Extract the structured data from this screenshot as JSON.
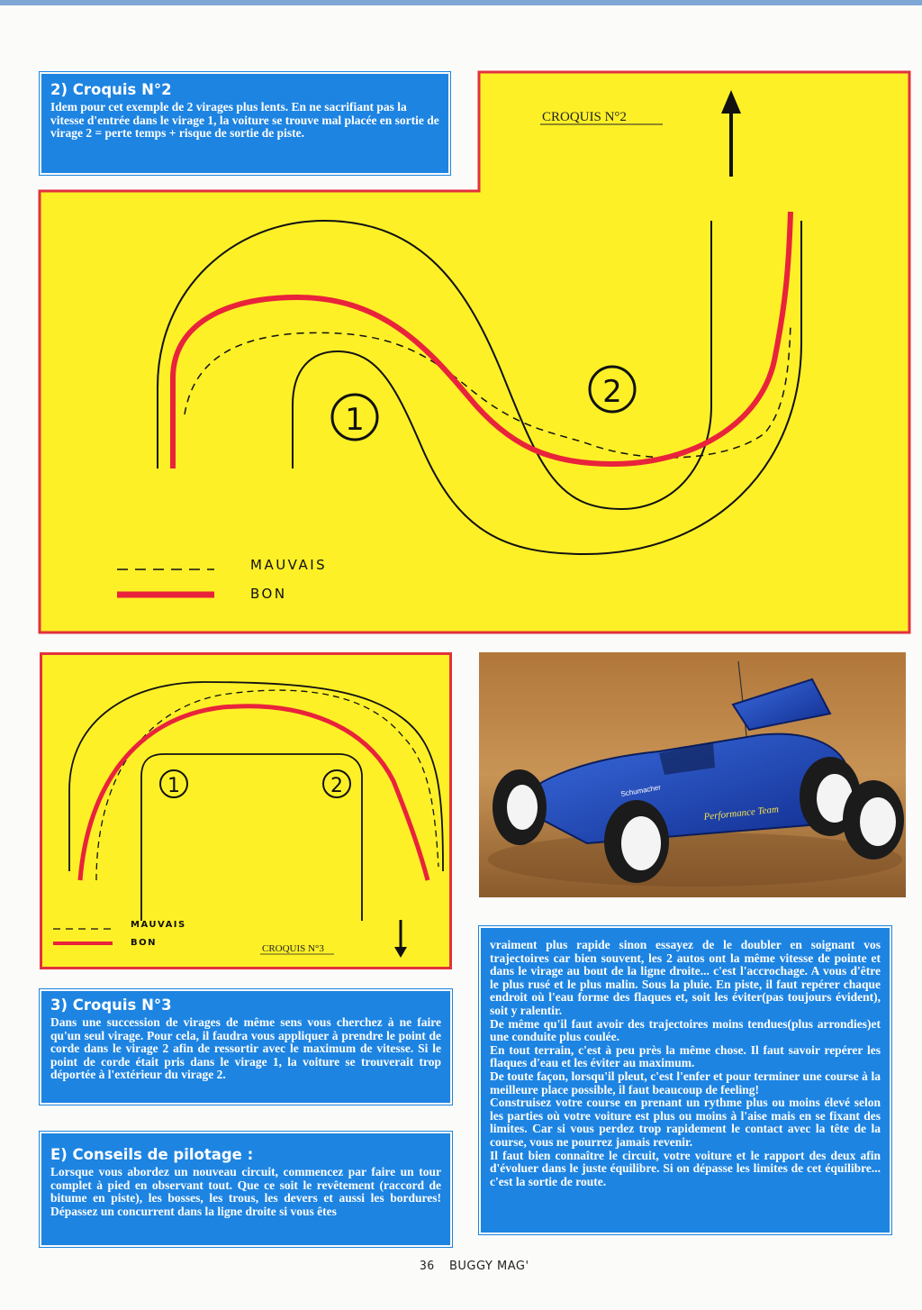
{
  "croquis2_box": {
    "title": "2) Croquis N°2",
    "text": "Idem pour cet exemple de 2 virages plus lents. En ne sacrifiant pas la vitesse d'entrée dans le virage 1, la voiture se trouve mal placée en sortie de virage 2 = perte temps + risque de sortie de piste."
  },
  "diagram2": {
    "caption": "CROQUIS N°2",
    "turn1": "1",
    "turn2": "2",
    "legend_bad": "MAUVAIS",
    "legend_good": "BON"
  },
  "diagram3": {
    "caption": "CROQUIS N°3",
    "turn1": "1",
    "turn2": "2",
    "legend_bad": "MAUVAIS",
    "legend_good": "BON"
  },
  "photo": {
    "car_label": "Performance Team",
    "sticker": "Schumacher"
  },
  "croquis3_box": {
    "title": "3) Croquis N°3",
    "text": "Dans une succession de virages de même sens vous cherchez à ne faire qu'un seul virage. Pour cela, il faudra vous appliquer à prendre le point de corde dans le virage 2 afin de ressortir avec le maximum de vitesse. Si le point de corde était pris dans le virage 1, la voiture se trouverait trop déportée à l'extérieur du virage 2."
  },
  "conseils_box": {
    "title": "E) Conseils de pilotage :",
    "text": "Lorsque vous abordez un nouveau circuit, commencez par faire un tour complet à pied en observant tout. Que ce soit le revêtement (raccord de bitume en piste), les bosses, les trous, les devers et aussi les bordures! Dépassez un concurrent dans la ligne droite si vous êtes"
  },
  "right_box": {
    "paragraphs": [
      "vraiment plus rapide sinon essayez de le doubler en soignant vos trajectoires car bien souvent, les 2 autos ont la même vitesse de pointe et dans le virage au bout de la ligne droite... c'est l'accrochage. A vous d'être le plus rusé et le plus malin. Sous la pluie. En piste, il faut repérer chaque endroit où l'eau forme des flaques et, soit les éviter(pas toujours évident), soit y ralentir.",
      "De même qu'il faut avoir des trajectoires moins tendues(plus arrondies)et une conduite plus coulée.",
      "En tout terrain, c'est à peu près la même chose. Il faut savoir repérer les flaques d'eau et les éviter au maximum.",
      "De toute façon, lorsqu'il pleut, c'est l'enfer et pour terminer une course à la meilleure place possible, il faut beaucoup de feeling!",
      "Construisez votre course en prenant un rythme plus ou moins élevé selon les parties où votre voiture est plus ou moins à l'aise mais en se fixant des limites. Car si vous perdez trop rapidement le contact avec la tête de la course, vous ne pourrez jamais revenir.",
      "Il faut bien connaître le circuit, votre voiture et le rapport des deux afin d'évoluer dans le juste équilibre. Si on dépasse les limites de cet équilibre... c'est la sortie de route."
    ]
  },
  "footer": {
    "page_number": "36",
    "magazine": "BUGGY MAG'"
  },
  "colors": {
    "blue_box": "#1d84e2",
    "yellow_panel": "#fdf027",
    "red_line": "#e8233b"
  }
}
